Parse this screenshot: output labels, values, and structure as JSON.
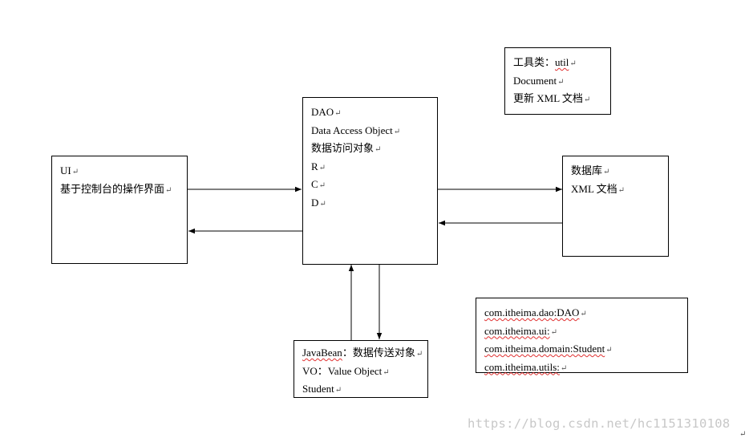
{
  "ui_box": {
    "lines": [
      "UI",
      "基于控制台的操作界面"
    ]
  },
  "dao_box": {
    "lines": [
      "DAO",
      "Data Access Object",
      "数据访问对象",
      "R",
      "C",
      "D"
    ]
  },
  "tools_box": {
    "line1_prefix": "工具类：",
    "line1_word": "util",
    "lines": [
      "Document",
      "更新 XML 文档"
    ]
  },
  "db_box": {
    "lines": [
      "数据库",
      "XML 文档"
    ]
  },
  "bean_box": {
    "line1_word": "JavaBean",
    "line1_rest": "：数据传送对象",
    "lines": [
      "VO：Value Object",
      "Student"
    ]
  },
  "packages_box": {
    "lines": [
      "com.itheima.dao:DAO",
      "com.itheima.ui:",
      "com.itheima.domain:Student",
      "com.itheima.utils:"
    ]
  },
  "paragraph_mark": "↵",
  "watermark": "https://blog.csdn.net/hc1151310108"
}
